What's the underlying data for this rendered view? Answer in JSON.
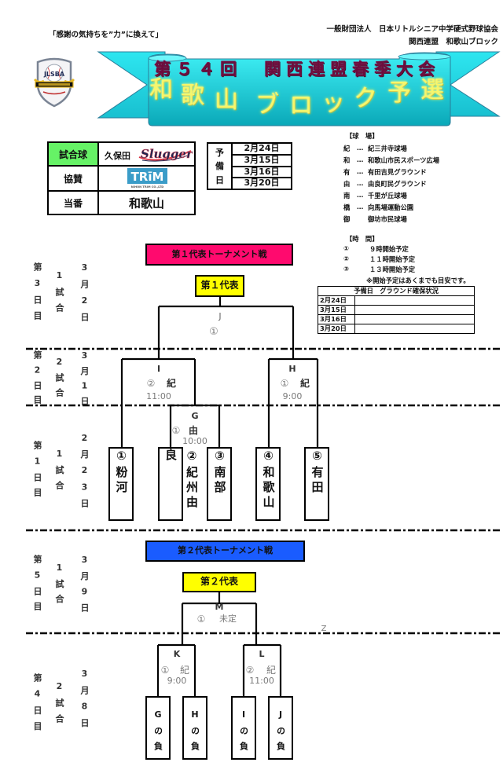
{
  "header": {
    "slogan": "「感謝の気持ちを”力”に換えて」",
    "org_line1": "一般財団法人　日本リトルシニア中学硬式野球協会",
    "org_line2": "関西連盟　和歌山ブロック"
  },
  "logo": {
    "text": "JLSBA"
  },
  "banner": {
    "title": "第５４回　関西連盟春季大会",
    "subtitle": "和歌山ブロック予選",
    "colors": {
      "ribbon_top": "#3ff0f5",
      "ribbon_bottom": "#0aa8b8",
      "title": "#6b0d3d",
      "subtitle": "#f6f76a"
    }
  },
  "info_table": {
    "ball_label": "試合球",
    "ball_maker": "久保田",
    "ball_brand": "Slugger",
    "sponsor_label": "協賛",
    "sponsor_logo": "TRīM",
    "sponsor_logo_sub": "NIHON TRIM CO.,LTD",
    "duty_label": "当番",
    "duty_value": "和歌山",
    "highlight_color": "#66f266"
  },
  "reserve_days": {
    "label": [
      "予",
      "備",
      "日"
    ],
    "dates": [
      "2月24日",
      "3月15日",
      "3月16日",
      "3月20日"
    ]
  },
  "venues": {
    "heading": "【球　場】",
    "items": [
      {
        "abbr": "紀",
        "sep": "…",
        "name": "紀三井寺球場"
      },
      {
        "abbr": "和",
        "sep": "…",
        "name": "和歌山市民スポーツ広場"
      },
      {
        "abbr": "有",
        "sep": "…",
        "name": "有田吉見グラウンド"
      },
      {
        "abbr": "由",
        "sep": "…",
        "name": "由良町民グラウンド"
      },
      {
        "abbr": "南",
        "sep": "…",
        "name": "千里が丘球場"
      },
      {
        "abbr": "橋",
        "sep": "…",
        "name": "向馬場運動公園"
      },
      {
        "abbr": "御",
        "name": "御坊市民球場"
      }
    ]
  },
  "times": {
    "heading": "【時　間】",
    "items": [
      {
        "mark": "①",
        "text": "９時開始予定"
      },
      {
        "mark": "②",
        "text": "１１時開始予定"
      },
      {
        "mark": "③",
        "text": "１３時開始予定"
      }
    ],
    "note": "※開始予定はあくまでも目安です。"
  },
  "ground_table": {
    "header": "予備日　グラウンド確保状況",
    "dates": [
      "2月24日",
      "3月15日",
      "3月16日",
      "3月20日"
    ]
  },
  "tournament1": {
    "banner": "第１代表トーナメント戦",
    "banner_color": "#ff0a6e",
    "winner_label": "第１代表",
    "rounds": [
      {
        "day": "第3日目",
        "games": "1試合",
        "date": "3月2日"
      },
      {
        "day": "第2日目",
        "games": "2試合",
        "date": "3月1日"
      },
      {
        "day": "第1日目",
        "games": "1試合",
        "date": "2月23日"
      }
    ],
    "matches": {
      "J": {
        "id": "J",
        "slot": "①"
      },
      "I": {
        "id": "I",
        "slot": "②",
        "venue": "紀",
        "time": "11:00"
      },
      "H": {
        "id": "H",
        "slot": "①",
        "venue": "紀",
        "time": "9:00"
      },
      "G": {
        "id": "G",
        "slot": "①",
        "venue": "由",
        "time": "10:00"
      }
    },
    "teams": [
      {
        "no": "①",
        "name": "粉河"
      },
      {
        "no": "②",
        "name": "紀州由良"
      },
      {
        "no": "③",
        "name": "南部"
      },
      {
        "no": "④",
        "name": "和歌山"
      },
      {
        "no": "⑤",
        "name": "有田"
      }
    ]
  },
  "tournament2": {
    "banner": "第２代表トーナメント戦",
    "banner_color": "#1a5cff",
    "winner_label": "第２代表",
    "rounds": [
      {
        "day": "第5日目",
        "games": "1試合",
        "date": "3月9日"
      },
      {
        "day": "第4日目",
        "games": "2試合",
        "date": "3月8日"
      }
    ],
    "matches": {
      "M": {
        "id": "M",
        "slot": "①",
        "venue": "未定"
      },
      "K": {
        "id": "K",
        "slot": "①",
        "venue": "紀",
        "time": "9:00"
      },
      "L": {
        "id": "L",
        "slot": "②",
        "venue": "紀",
        "time": "11:00"
      }
    },
    "entrants": [
      "Gの負",
      "Hの負",
      "Iの負",
      "Jの負"
    ],
    "stray_mark": "Z"
  }
}
